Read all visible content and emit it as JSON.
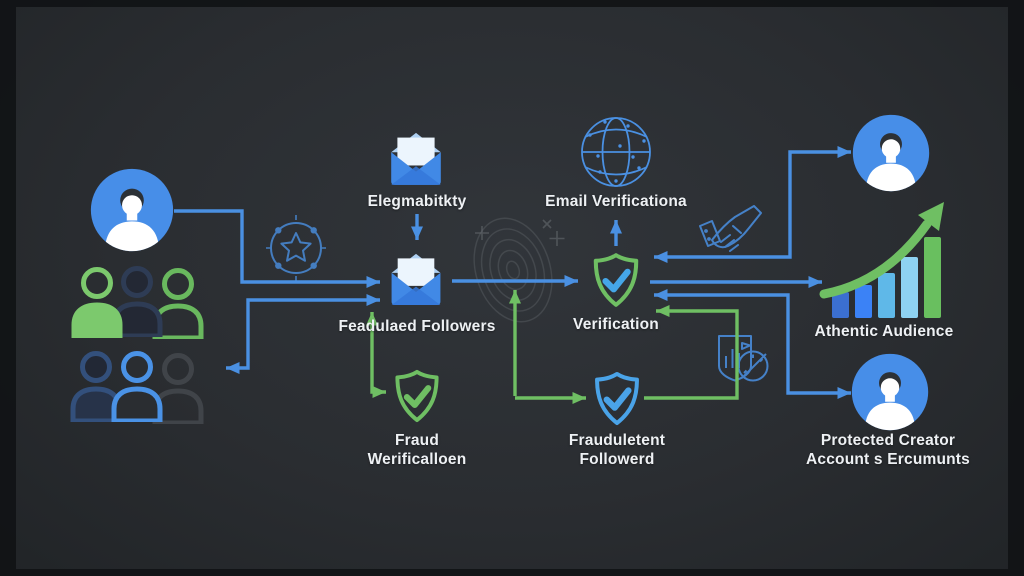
{
  "colors": {
    "background": "#2a2d31",
    "frame": "#111316",
    "blue": "#4a90e2",
    "green": "#6fbf63",
    "light_blue": "#7ec8ea",
    "dark_navy": "#2e3c55",
    "text": "#eef1f4"
  },
  "diagram": {
    "labels": {
      "eligibility": "Elegmabitkty",
      "regulated_followers": "Feadulaed Followers",
      "email_verification": "Email Verificationa",
      "verification": "Verification",
      "fraud_line1": "Fraud",
      "fraud_line2": "Werificalloen",
      "fraudulent_line1": "Frauduletent",
      "fraudulent_line2": "Followerd",
      "authentic_audience": "Athentic Audience",
      "protected_line1": "Protected Creator",
      "protected_line2": "Account s Ercumunts"
    },
    "growth_bars": [
      26,
      33,
      45,
      61,
      81
    ],
    "growth_bar_colors": [
      "#3b6fd1",
      "#3b82f6",
      "#5fb8e8",
      "#8ed2f2",
      "#69bf5f"
    ],
    "icons": [
      "creator-avatar-icon",
      "followers-group-icons",
      "envelope-icon",
      "globe-icon",
      "shield-check-icon",
      "star-badge-icon",
      "fingerprint-icon",
      "handshake-icon",
      "audit-gauge-icon",
      "growth-chart-icon",
      "protected-avatar-icon"
    ]
  }
}
